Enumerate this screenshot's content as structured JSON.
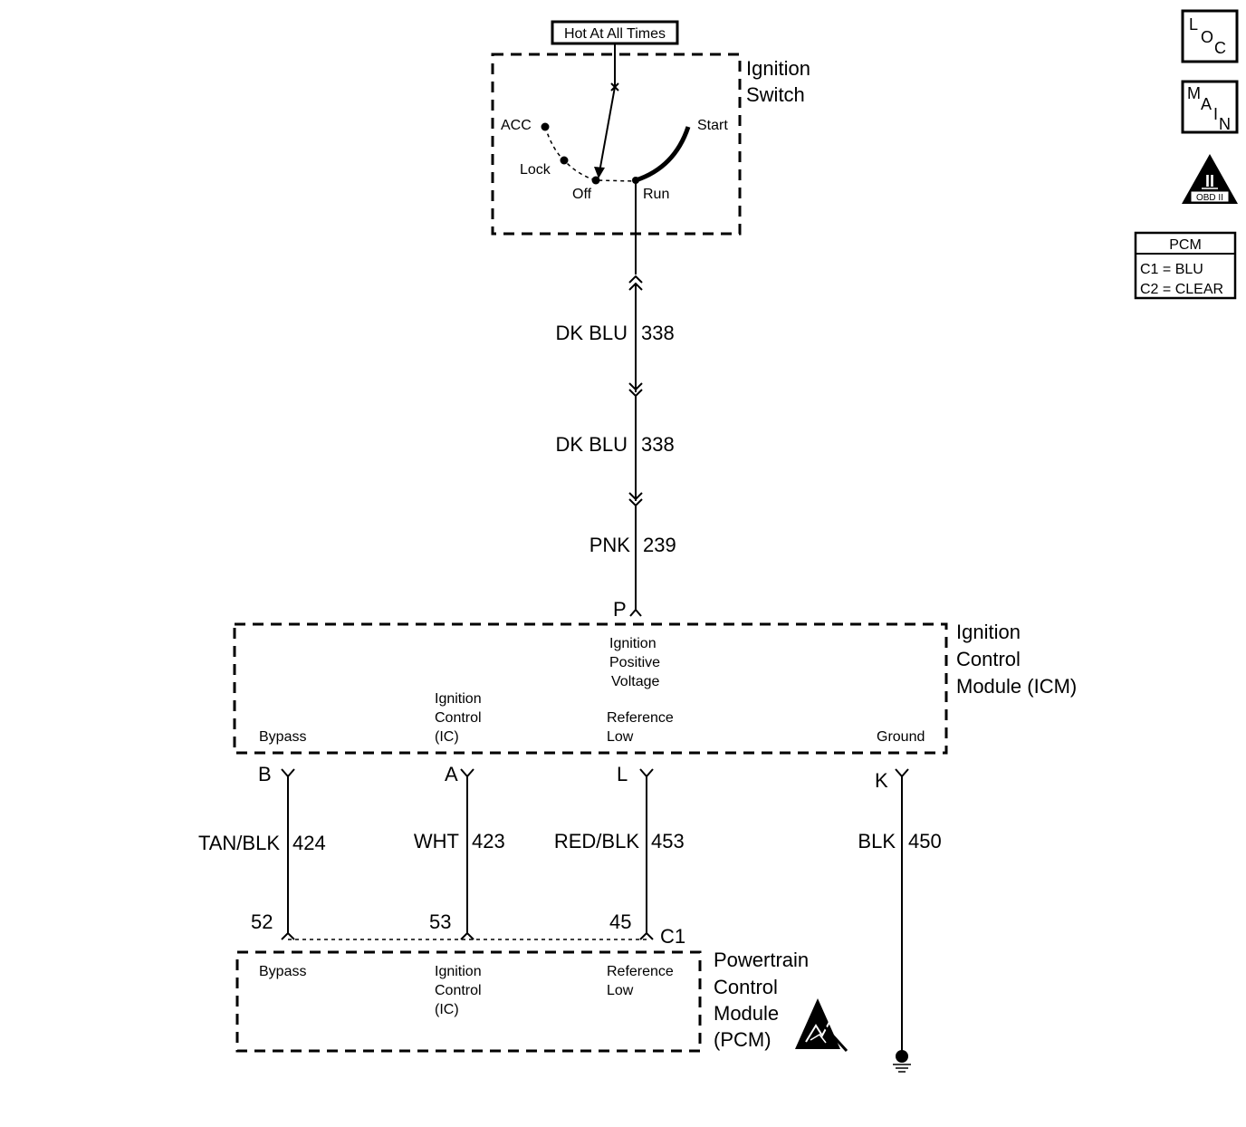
{
  "switch": {
    "hot_label": "Hot At All Times",
    "title_line1": "Ignition",
    "title_line2": "Switch",
    "positions": {
      "acc": "ACC",
      "lock": "Lock",
      "off": "Off",
      "run": "Run",
      "start": "Start"
    }
  },
  "wires": {
    "w1": {
      "color": "DK BLU",
      "circuit": "338"
    },
    "w2": {
      "color": "DK BLU",
      "circuit": "338"
    },
    "w3": {
      "color": "PNK",
      "circuit": "239"
    },
    "bypass": {
      "color": "TAN/BLK",
      "circuit": "424"
    },
    "ic": {
      "color": "WHT",
      "circuit": "423"
    },
    "reflow": {
      "color": "RED/BLK",
      "circuit": "453"
    },
    "ground": {
      "color": "BLK",
      "circuit": "450"
    }
  },
  "icm": {
    "title_line1": "Ignition",
    "title_line2": "Control",
    "title_line3": "Module (ICM)",
    "pin_p": "P",
    "ipv": [
      "Ignition",
      "Positive",
      "Voltage"
    ],
    "bypass": "Bypass",
    "ic": [
      "Ignition",
      "Control",
      "(IC)"
    ],
    "ref": [
      "Reference",
      "Low"
    ],
    "ground": "Ground",
    "pins": {
      "b": "B",
      "a": "A",
      "l": "L",
      "k": "K"
    }
  },
  "pcm": {
    "title_line1": "Powertrain",
    "title_line2": "Control",
    "title_line3": "Module",
    "title_line4": "(PCM)",
    "connector": "C1",
    "pins": {
      "p52": "52",
      "p53": "53",
      "p45": "45"
    },
    "bypass": "Bypass",
    "ic": [
      "Ignition",
      "Control",
      "(IC)"
    ],
    "ref": [
      "Reference",
      "Low"
    ]
  },
  "side": {
    "loc": [
      "L",
      "O",
      "C"
    ],
    "main": [
      "M",
      "A",
      "I",
      "N"
    ],
    "obd_numeral": "II",
    "obd_text": "OBD II",
    "pcm_header": "PCM",
    "pcm_c1": "C1 = BLU",
    "pcm_c2": "C2 = CLEAR"
  }
}
